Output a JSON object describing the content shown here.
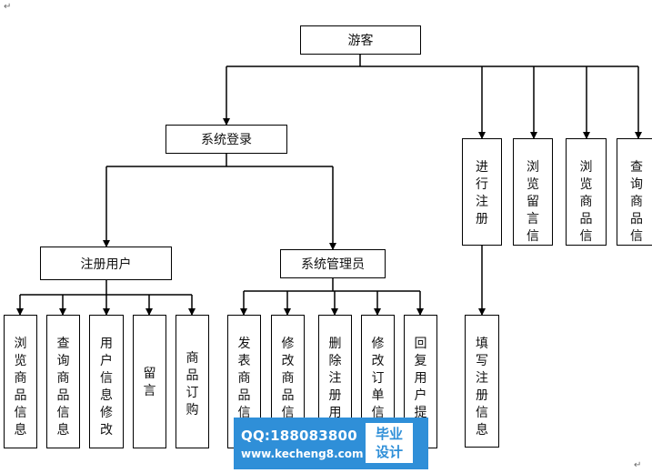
{
  "corner_mark": "↵",
  "corner_mark_br": "↵",
  "nodes": {
    "root": "游客",
    "system_login": "系统登录",
    "register": "进行注册",
    "browse_messages": "浏览留言信息",
    "browse_goods_guest": "浏览商品信息",
    "query_goods_guest": "查询商品信息",
    "fill_register": "填写注册信息",
    "registered_user": "注册用户",
    "admin": "系统管理员",
    "user_browse_goods": "浏览商品信息",
    "user_query_goods": "查询商品信息",
    "user_edit_info": "用户信息修改",
    "user_message": "留言",
    "user_order": "商品订购",
    "admin_publish_goods": "发表商品信",
    "admin_edit_goods": "修改商品信",
    "admin_delete_users": "删除注册用",
    "admin_edit_orders": "修改订单信",
    "admin_reply_questions": "回复用户提问"
  },
  "watermark": {
    "qq": "QQ:188083800",
    "url": "www.kecheng8.com",
    "badge_line1": "毕业",
    "badge_line2": "设计"
  }
}
